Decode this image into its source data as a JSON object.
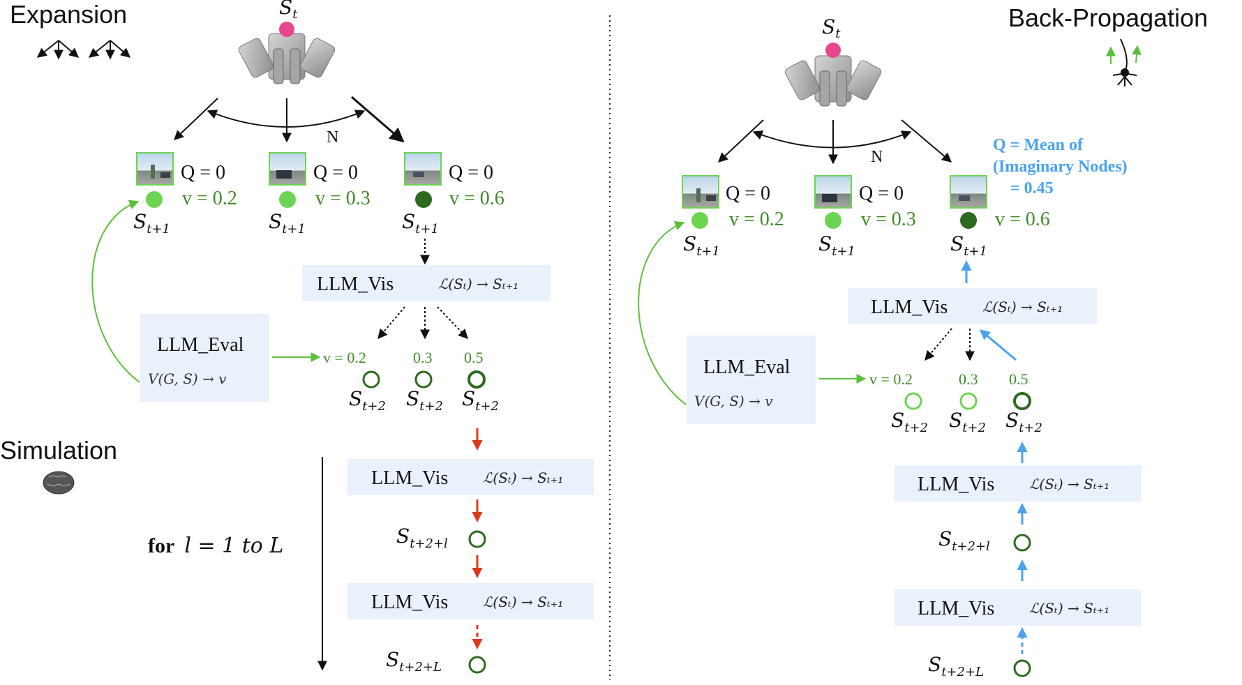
{
  "colors": {
    "light_green": "#6dd452",
    "dark_green": "#2d6a1f",
    "text_green": "#3f8a24",
    "arrow_green": "#5cbf3a",
    "red": "#d9391e",
    "blue": "#4aa3ef",
    "box_fill": "#e9f1fb",
    "root_pink": "#e8478f"
  },
  "icons": {
    "expansion": "tree-branch-icon",
    "simulation": "brain-icon",
    "backprop": "neuron-icon",
    "root": "robot-manipulator-icon",
    "thumbnail": "street-view-thumbnail"
  },
  "left": {
    "phase_expansion": "Expansion",
    "phase_simulation": "Simulation",
    "root_label": "S",
    "root_sub": "t",
    "n_label": "N",
    "children": [
      {
        "q": "Q = 0",
        "v": "v = 0.2",
        "label": "S",
        "sub": "t+1"
      },
      {
        "q": "Q = 0",
        "v": "v = 0.3",
        "label": "S",
        "sub": "t+1"
      },
      {
        "q": "Q = 0",
        "v": "v = 0.6",
        "label": "S",
        "sub": "t+1"
      }
    ],
    "llm_vis_1": {
      "name": "LLM_Vis",
      "formula": "ℒ(Sₜ) → Sₜ₊₁"
    },
    "llm_eval": {
      "name": "LLM_Eval",
      "formula": "V(G, S)  →  v"
    },
    "grandchildren": [
      {
        "v": "v = 0.2",
        "label": "S",
        "sub": "t+2"
      },
      {
        "v": "0.3",
        "label": "S",
        "sub": "t+2"
      },
      {
        "v": "0.5",
        "label": "S",
        "sub": "t+2"
      }
    ],
    "llm_vis_2": {
      "name": "LLM_Vis",
      "formula": "ℒ(Sₜ) → Sₜ₊₁"
    },
    "llm_vis_3": {
      "name": "LLM_Vis",
      "formula": "ℒ(Sₜ) → Sₜ₊₁"
    },
    "node_l": {
      "label": "S",
      "sub": "t+2+l"
    },
    "node_L": {
      "label": "S",
      "sub": "t+2+L"
    },
    "loop_bold": "for",
    "loop_rest": "l = 1  to  L"
  },
  "right": {
    "phase_backprop": "Back-Propagation",
    "root_label": "S",
    "root_sub": "t",
    "n_label": "N",
    "q_note": [
      "Q = Mean of",
      "(Imaginary Nodes)",
      "= 0.45"
    ],
    "children": [
      {
        "q": "Q = 0",
        "v": "v = 0.2",
        "label": "S",
        "sub": "t+1"
      },
      {
        "q": "Q = 0",
        "v": "v = 0.3",
        "label": "S",
        "sub": "t+1"
      },
      {
        "q": "",
        "v": "v = 0.6",
        "label": "S",
        "sub": "t+1"
      }
    ],
    "llm_vis_1": {
      "name": "LLM_Vis",
      "formula": "ℒ(Sₜ) → Sₜ₊₁"
    },
    "llm_eval": {
      "name": "LLM_Eval",
      "formula": "V(G, S)  →  v"
    },
    "grandchildren": [
      {
        "v": "v = 0.2",
        "label": "S",
        "sub": "t+2"
      },
      {
        "v": "0.3",
        "label": "S",
        "sub": "t+2"
      },
      {
        "v": "0.5",
        "label": "S",
        "sub": "t+2"
      }
    ],
    "llm_vis_2": {
      "name": "LLM_Vis",
      "formula": "ℒ(Sₜ) → Sₜ₊₁"
    },
    "llm_vis_3": {
      "name": "LLM_Vis",
      "formula": "ℒ(Sₜ) → Sₜ₊₁"
    },
    "node_l": {
      "label": "S",
      "sub": "t+2+l"
    },
    "node_L": {
      "label": "S",
      "sub": "t+2+L"
    }
  }
}
